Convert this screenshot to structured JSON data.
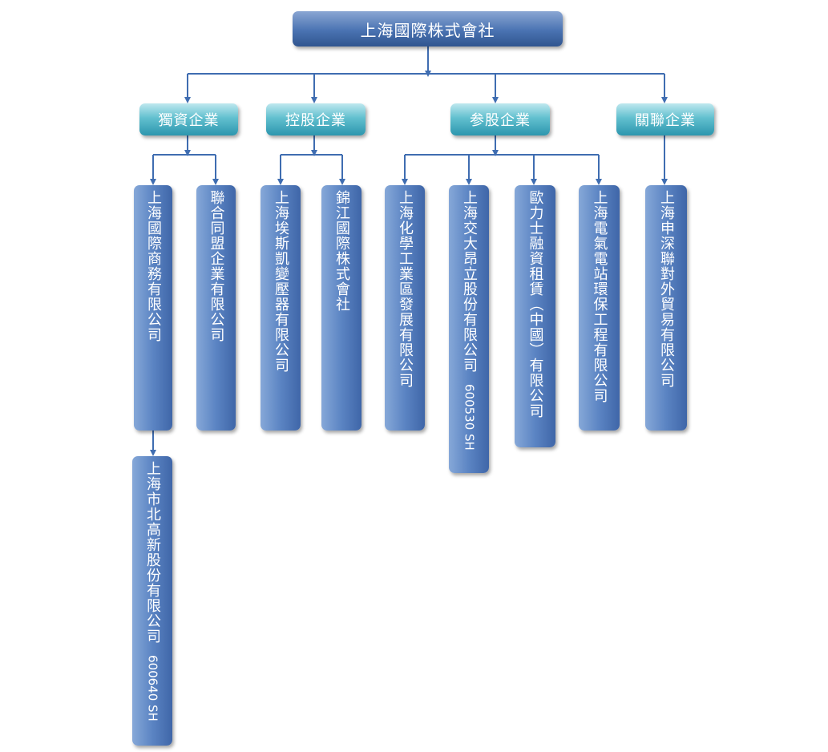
{
  "root": {
    "label": "上海國際株式會社"
  },
  "categories": [
    {
      "label": "獨資企業"
    },
    {
      "label": "控股企業"
    },
    {
      "label": "参股企業"
    },
    {
      "label": "關聯企業"
    }
  ],
  "companies": {
    "c1": {
      "name": "上海國際商務有限公司"
    },
    "c2": {
      "name": "聯合同盟企業有限公司"
    },
    "c3": {
      "name": "上海埃斯凱變壓器有限公司"
    },
    "c4": {
      "name": "錦江國際株式會社"
    },
    "c5": {
      "name": "上海化學工業區發展有限公司"
    },
    "c6": {
      "name": "上海交大昂立股份有限公司",
      "code": "600530 SH"
    },
    "c7": {
      "name": "歐力士融資租賃（中國）有限公司"
    },
    "c8": {
      "name": "上海電氣電站環保工程有限公司"
    },
    "c9": {
      "name": "上海申深聯對外貿易有限公司"
    },
    "c10": {
      "name": "上海市北高新股份有限公司",
      "code": "600640 SH"
    }
  },
  "colors": {
    "connector": "#3f6db1",
    "root": "#3a5f9c",
    "category": "#3aa7bd",
    "company": "#4f78b9"
  }
}
